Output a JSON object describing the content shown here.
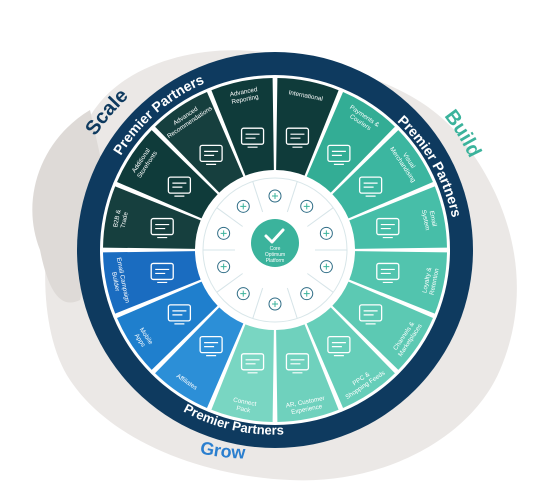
{
  "center": {
    "line1": "Core",
    "line2": "Optimum",
    "line3": "Platform"
  },
  "ring_labels": {
    "scale": "Scale",
    "build": "Build",
    "grow": "Grow",
    "premier_scale": "Premier Partners",
    "premier_build": "Premier Partners",
    "premier_grow": "Premier Partners"
  },
  "colors": {
    "ring_outer": "#0e3a5f",
    "scale_dark": "#0f3b3a",
    "build_teal": "#3bb39c",
    "grow_blue": "#1976c9",
    "build_label": "#3bb39c",
    "grow_label": "#2b7fcf",
    "scale_label": "#0e3a5f",
    "backdrop": "#e6e3e1"
  },
  "segments": [
    {
      "group": "scale",
      "label": [
        "International"
      ],
      "icon": "storefront-icon"
    },
    {
      "group": "build",
      "label": [
        "Payments &",
        "Couriers"
      ],
      "icon": "globe-payment-icon"
    },
    {
      "group": "build",
      "label": [
        "Visual",
        "Merchandising"
      ],
      "icon": "shop-display-icon"
    },
    {
      "group": "build",
      "label": [
        "Email",
        "System"
      ],
      "icon": "email-icon"
    },
    {
      "group": "build",
      "label": [
        "Loyalty &",
        "Retention"
      ],
      "icon": "loyalty-card-icon"
    },
    {
      "group": "build",
      "label": [
        "Channels &",
        "Marketplaces"
      ],
      "icon": "marketplace-icon"
    },
    {
      "group": "build",
      "label": [
        "PPC &",
        "Shopping Feeds"
      ],
      "icon": "ppc-icon"
    },
    {
      "group": "build",
      "label": [
        "AR, Customer",
        "Experience"
      ],
      "icon": "ar-cubes-icon"
    },
    {
      "group": "build",
      "label": [
        "Connect",
        "Pack"
      ],
      "icon": "checklist-icon"
    },
    {
      "group": "grow",
      "label": [
        "Affiliates"
      ],
      "icon": "affiliate-network-icon"
    },
    {
      "group": "grow",
      "label": [
        "Mobile",
        "Apps"
      ],
      "icon": "mobile-app-icon"
    },
    {
      "group": "grow",
      "label": [
        "Email Campaign",
        "Builder"
      ],
      "icon": "campaign-email-icon"
    },
    {
      "group": "scale",
      "label": [
        "B2B &",
        "Trade"
      ],
      "icon": "b2b-trade-icon"
    },
    {
      "group": "scale",
      "label": [
        "Additional",
        "Storefronts"
      ],
      "icon": "storefronts-icon"
    },
    {
      "group": "scale",
      "label": [
        "Advanced",
        "Recommendations"
      ],
      "icon": "recommendations-icon"
    },
    {
      "group": "scale",
      "label": [
        "Advanced",
        "Reporting"
      ],
      "icon": "reporting-icon"
    }
  ],
  "inner_icons": [
    "tag-icon",
    "chat-icon",
    "workflow-icon",
    "briefcase-icon",
    "search-user-icon",
    "cart-icon",
    "puzzle-icon",
    "handshake-icon",
    "thumbs-up-icon",
    "search-chart-icon"
  ]
}
